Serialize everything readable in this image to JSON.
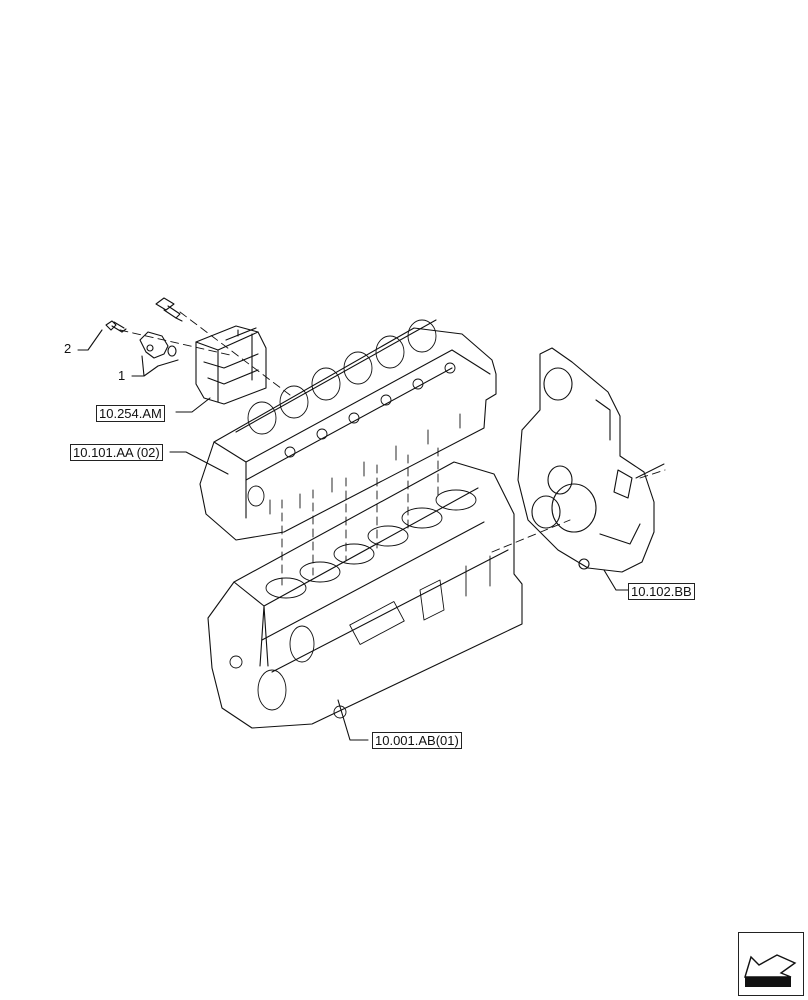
{
  "diagram": {
    "type": "exploded parts view",
    "subject": "engine cylinder head, crankcase, timing cover",
    "line_color": "#111111",
    "background": "#ffffff"
  },
  "callouts": [
    {
      "id": "1",
      "label": "1"
    },
    {
      "id": "2",
      "label": "2"
    }
  ],
  "references": [
    {
      "id": "ref-10254AM",
      "label": "10.254.AM"
    },
    {
      "id": "ref-10101AA",
      "label": "10.101.AA (02)"
    },
    {
      "id": "ref-10102BB",
      "label": "10.102.BB"
    },
    {
      "id": "ref-10001AB",
      "label": "10.001.AB(01)"
    }
  ],
  "navigation": {
    "icon": "arrow-back-icon"
  }
}
